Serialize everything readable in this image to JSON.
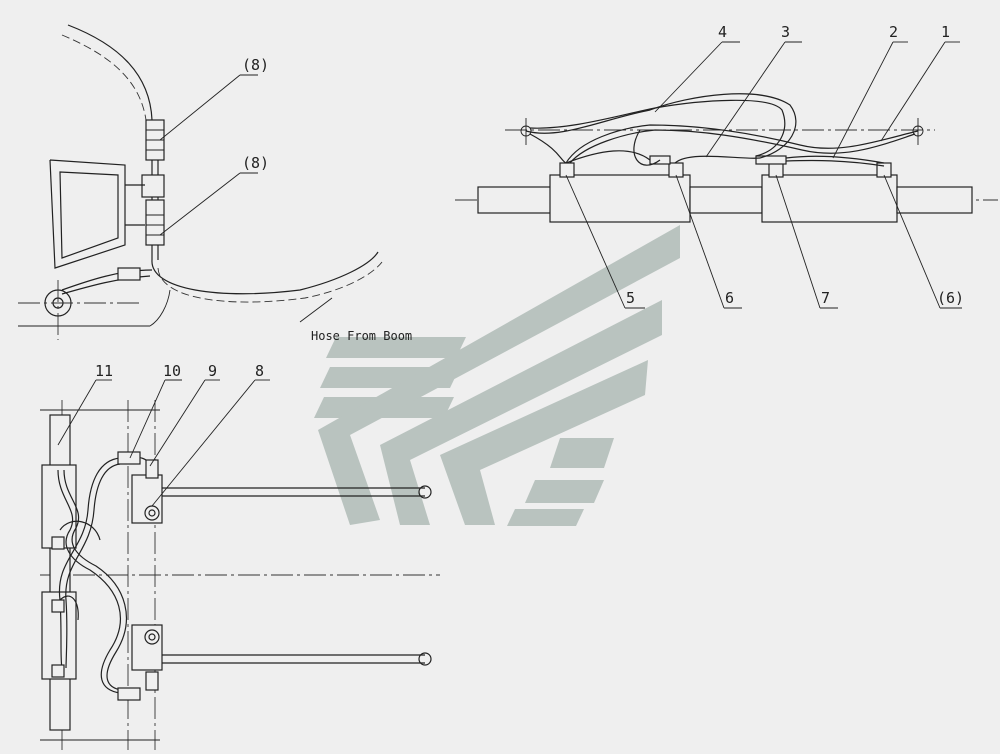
{
  "labels": {
    "top_right": [
      "4",
      "3",
      "2",
      "1"
    ],
    "bottom_right": [
      "5",
      "6",
      "7",
      "(6)"
    ],
    "top_left": [
      "(8)",
      "(8)"
    ],
    "bottom_left": [
      "11",
      "10",
      "9",
      "8"
    ]
  },
  "caption": "Hose From Boom",
  "watermark": {
    "color": "#b9c3bf"
  }
}
